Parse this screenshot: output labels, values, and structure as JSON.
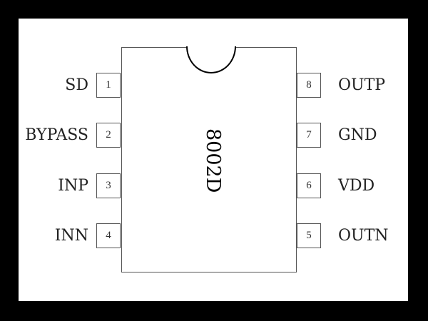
{
  "chip": {
    "part_number": "8002D"
  },
  "pins_left": [
    {
      "number": "1",
      "name": "SD"
    },
    {
      "number": "2",
      "name": "BYPASS"
    },
    {
      "number": "3",
      "name": "INP"
    },
    {
      "number": "4",
      "name": "INN"
    }
  ],
  "pins_right": [
    {
      "number": "8",
      "name": "OUTP"
    },
    {
      "number": "7",
      "name": "GND"
    },
    {
      "number": "6",
      "name": "VDD"
    },
    {
      "number": "5",
      "name": "OUTN"
    }
  ],
  "colors": {
    "frame": "#000000",
    "background": "#ffffff",
    "outline": "#555555"
  }
}
